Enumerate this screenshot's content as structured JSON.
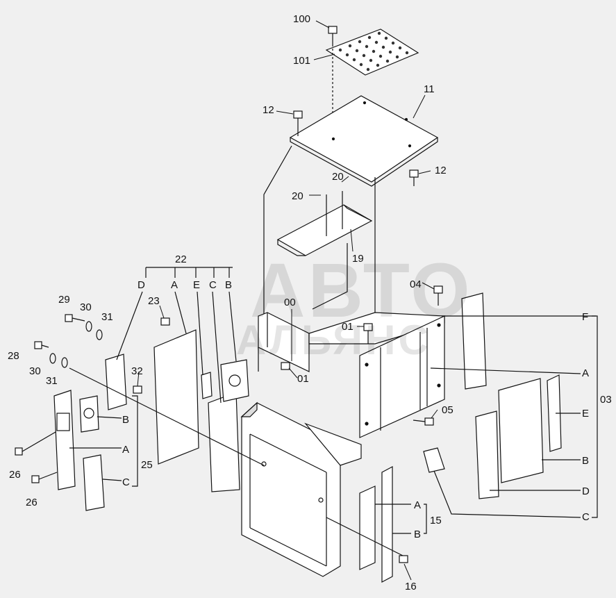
{
  "watermark": {
    "line1": "АВТО",
    "line2": "АЛЬЯНС"
  },
  "callouts": {
    "c100": "100",
    "c101": "101",
    "c11": "11",
    "c12a": "12",
    "c12b": "12",
    "c20a": "20",
    "c20b": "20",
    "c19": "19",
    "c22": "22",
    "c22D": "D",
    "c22A": "A",
    "c22E": "E",
    "c22C": "C",
    "c22B": "B",
    "c29": "29",
    "c30a": "30",
    "c31a": "31",
    "c23": "23",
    "c00": "00",
    "c04": "04",
    "c01a": "01",
    "c01b": "01",
    "c28": "28",
    "c30b": "30",
    "c31b": "31",
    "c32": "32",
    "c05": "05",
    "c25": "25",
    "c25B": "B",
    "c25A": "A",
    "c25C": "C",
    "c26a": "26",
    "c26b": "26",
    "c03": "03",
    "c03F": "F",
    "c03A": "A",
    "c03E": "E",
    "c03B": "B",
    "c03D": "D",
    "c03C": "C",
    "c15": "15",
    "c15A": "A",
    "c15B": "B",
    "c16": "16"
  }
}
